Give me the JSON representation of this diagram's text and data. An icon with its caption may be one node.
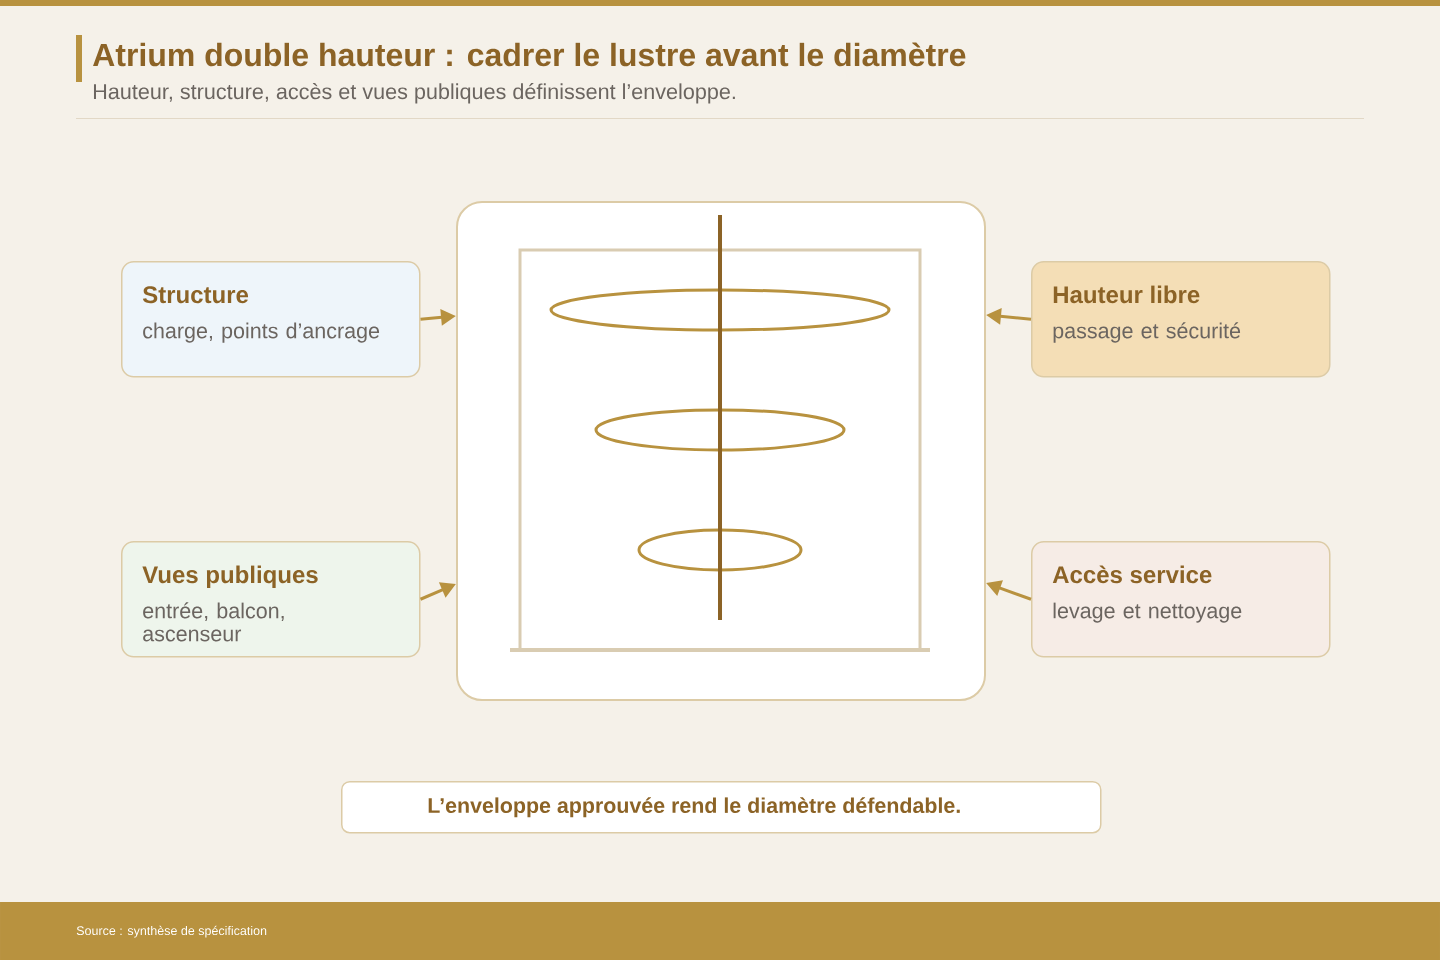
{
  "diagram": {
    "title": "Atrium double hauteur : cadrer le lustre avant le diamètre",
    "nodes": [
      {
        "text": [],
        "shape": "picture"
      },
      {
        "text": [
          "Structure",
          "charge, points d’ancrage"
        ]
      },
      {
        "text": [
          "Hauteur libre",
          "passage et sécurité"
        ]
      },
      {
        "text": [
          "Vues publiques",
          "entrée, balcon, ascenseur"
        ]
      },
      {
        "text": [
          "Accès service",
          "levage et nettoyage"
        ]
      },
      {
        "text": [
          "L’enveloppe approuvée rend le diamètre défendable."
        ]
      }
    ],
    "edges": [
      {
        "from": 1,
        "to": 0,
        "arrow": "to"
      },
      {
        "from": 2,
        "to": 0,
        "arrow": "to"
      },
      {
        "from": 3,
        "to": 0,
        "arrow": "to"
      },
      {
        "from": 4,
        "to": 0,
        "arrow": "to"
      }
    ],
    "labels": [
      "Hauteur, structure, accès et vues publiques définissent l’enveloppe.",
      "Source : synthèse de spécification"
    ]
  }
}
